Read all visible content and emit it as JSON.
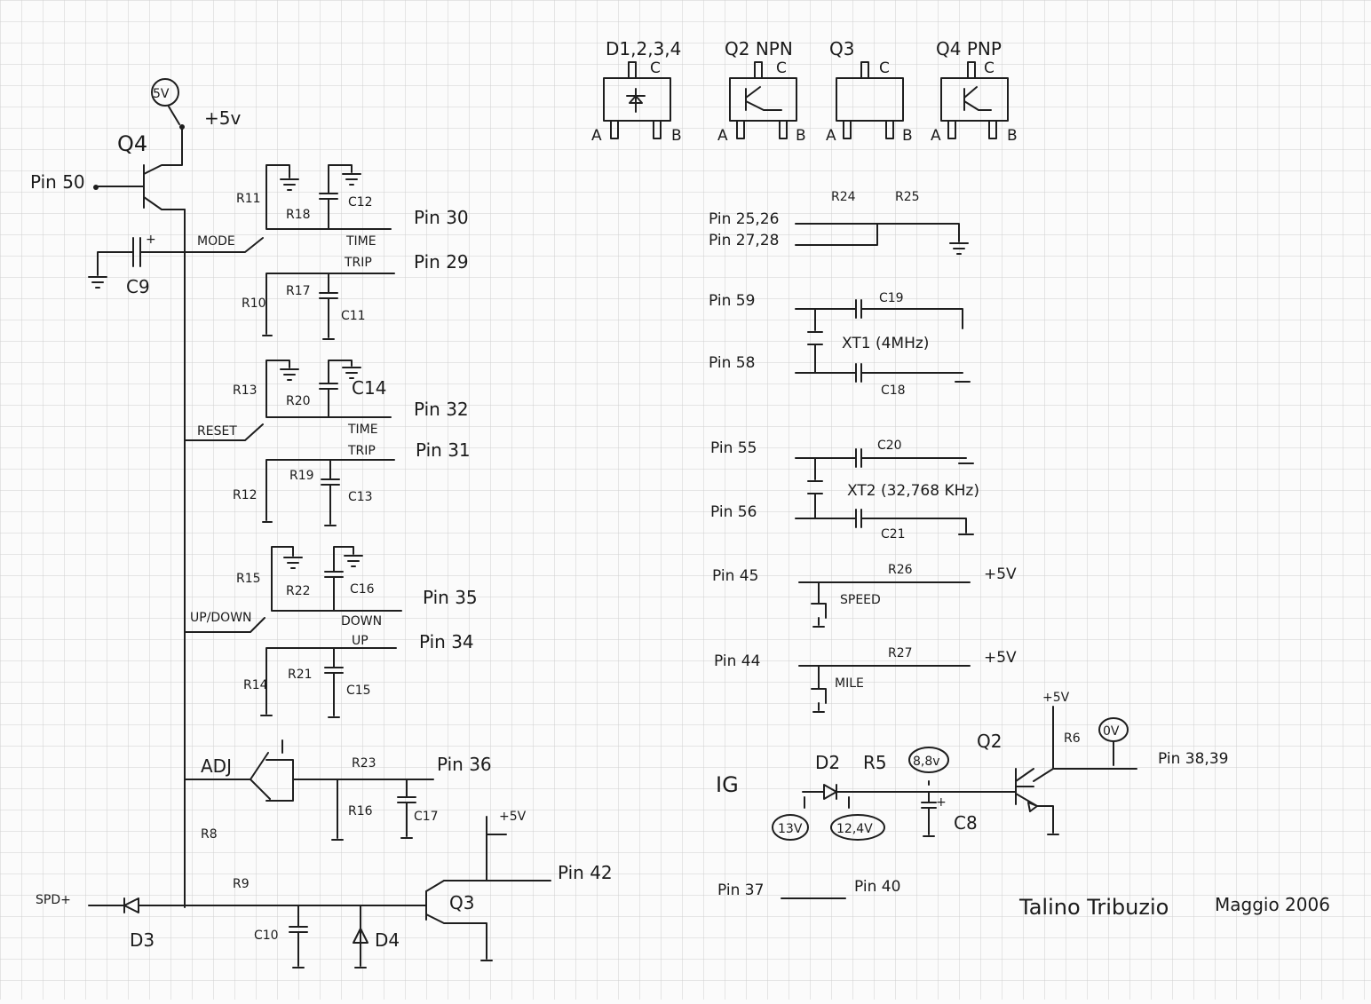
{
  "packages": {
    "diode": {
      "title": "D1,2,3,4",
      "c": "C",
      "a": "A",
      "b": "B"
    },
    "q2": {
      "title": "Q2 NPN",
      "c": "C",
      "a": "A",
      "b": "B"
    },
    "q3": {
      "title": "Q3",
      "c": "C",
      "a": "A",
      "b": "B"
    },
    "q4": {
      "title": "Q4 PNP",
      "c": "C",
      "a": "A",
      "b": "B"
    }
  },
  "left": {
    "supply_circle": "5V",
    "supply": "+5v",
    "q4": "Q4",
    "pin50": "Pin 50",
    "c9": "C9",
    "c9_plus": "+",
    "r11": "R11",
    "c12": "C12",
    "r18": "R18",
    "pin30": "Pin 30",
    "mode": "MODE",
    "time1": "TIME",
    "trip1": "TRIP",
    "pin29": "Pin 29",
    "r10": "R10",
    "r17": "R17",
    "c11": "C11",
    "r13": "R13",
    "c14": "C14",
    "r20": "R20",
    "pin32": "Pin 32",
    "reset": "RESET",
    "time2": "TIME",
    "trip2": "TRIP",
    "pin31": "Pin 31",
    "r19": "R19",
    "r12": "R12",
    "c13": "C13",
    "r15": "R15",
    "c16": "C16",
    "r22": "R22",
    "pin35": "Pin 35",
    "updown": "UP/DOWN",
    "down": "DOWN",
    "up": "UP",
    "pin34": "Pin 34",
    "r14": "R14",
    "r21": "R21",
    "c15": "C15",
    "adj": "ADJ",
    "r23": "R23",
    "pin36": "Pin 36",
    "r16": "R16",
    "c17": "C17",
    "r8": "R8",
    "plus5v": "+5V",
    "pin42": "Pin 42",
    "spd": "SPD+",
    "r9": "R9",
    "q3": "Q3",
    "c10": "C10",
    "d4": "D4",
    "d3": "D3"
  },
  "right": {
    "r24": "R24",
    "r25": "R25",
    "pin2526": "Pin 25,26",
    "pin2728": "Pin 27,28",
    "pin59": "Pin 59",
    "c19": "C19",
    "xt1": "XT1 (4MHz)",
    "pin58": "Pin 58",
    "c18": "C18",
    "pin55": "Pin 55",
    "c20": "C20",
    "xt2": "XT2 (32,768 KHz)",
    "pin56": "Pin 56",
    "c21": "C21",
    "pin45": "Pin 45",
    "r26": "R26",
    "plus5v_1": "+5V",
    "speed": "SPEED",
    "pin44": "Pin 44",
    "r27": "R27",
    "plus5v_2": "+5V",
    "mile": "MILE",
    "plus5v_3": "+5V",
    "r6": "R6",
    "v0": "0V",
    "q2": "Q2",
    "pin3839": "Pin 38,39",
    "ig": "IG",
    "d2": "D2",
    "r5": "R5",
    "v88": "8,8v",
    "c8_plus": "+",
    "c8": "C8",
    "v13": "13V",
    "v124": "12,4V",
    "pin37": "Pin 37",
    "pin40": "Pin 40",
    "author": "Talino Tribuzio",
    "date": "Maggio 2006"
  }
}
